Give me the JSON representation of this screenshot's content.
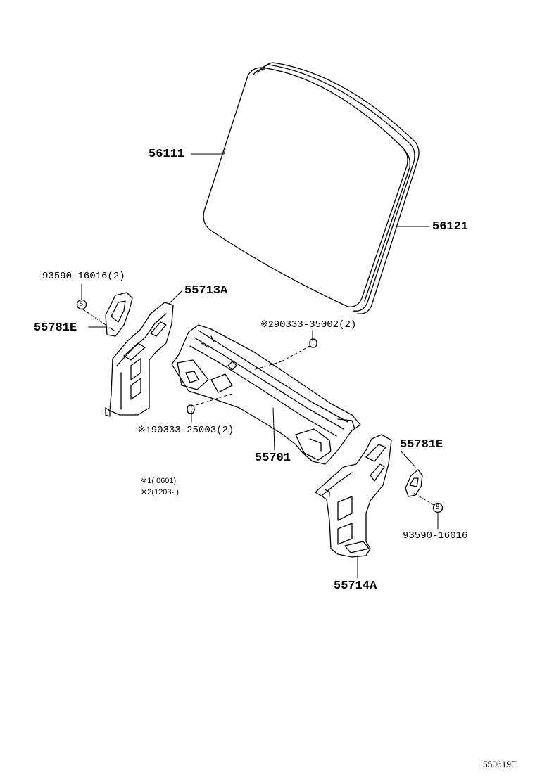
{
  "labels": {
    "windshield": "56111",
    "molding": "56121",
    "bolt_left": "93590-16016(2)",
    "panel_left": "55713A",
    "bracket_left": "55781E",
    "nut_upper": "90333-35002(2)",
    "nut_upper_mark": "※2",
    "nut_lower": "90333-25003(2)",
    "nut_lower_mark": "※1",
    "cowl": "55701",
    "bracket_right": "55781E",
    "bolt_right": "93590-16016",
    "panel_right": "55714A"
  },
  "notes": {
    "note1_mark": "※1",
    "note1_text": "(      0601)",
    "note2_mark": "※2",
    "note2_text": "(1203-      )"
  },
  "bolt_marker": "5",
  "diagram_ref": "550619E"
}
